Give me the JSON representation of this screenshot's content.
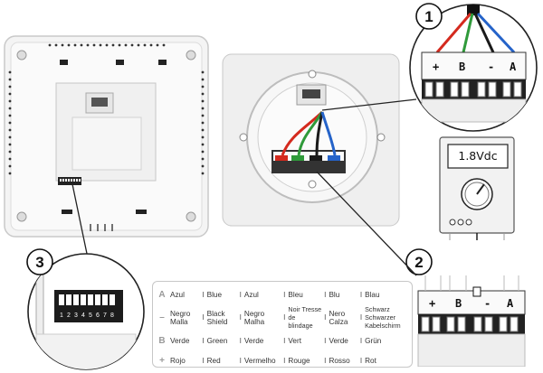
{
  "callouts": {
    "one": "1",
    "two": "2",
    "three": "3"
  },
  "multimeter": {
    "reading": "1.8Vdc"
  },
  "terminals": {
    "plus": "+",
    "b": "B",
    "minus": "-",
    "a": "A"
  },
  "dip_labels": [
    "1",
    "2",
    "3",
    "4",
    "5",
    "6",
    "7",
    "8"
  ],
  "legend": {
    "rows": [
      {
        "symbol": "A",
        "cells": [
          "Azul",
          "Blue",
          "Azul",
          "Bleu",
          "Blu",
          "Blau"
        ]
      },
      {
        "symbol": "–",
        "cells": [
          "Negro Malla",
          "Black Shield",
          "Negro Malha",
          "Noir Tresse de blindage",
          "Nero Calza",
          "Schwarz Schwarzer Kabelschirm"
        ]
      },
      {
        "symbol": "B",
        "cells": [
          "Verde",
          "Green",
          "Verde",
          "Vert",
          "Verde",
          "Grün"
        ]
      },
      {
        "symbol": "+",
        "cells": [
          "Rojo",
          "Red",
          "Vermelho",
          "Rouge",
          "Rosso",
          "Rot"
        ]
      }
    ],
    "separator": "I"
  },
  "wire_colors": {
    "red": "#d42a1e",
    "green": "#2f9a3a",
    "black": "#1a1a1a",
    "blue": "#2563c9"
  }
}
